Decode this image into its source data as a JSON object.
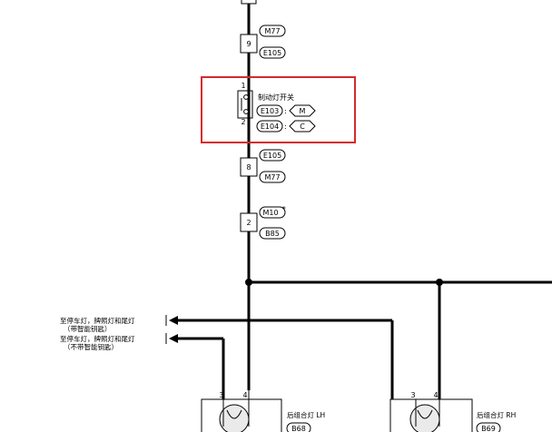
{
  "connectors": {
    "top_box": {
      "pin": "9",
      "upper": "M77",
      "lower": "E105"
    },
    "switch": {
      "title": "制动灯开关",
      "pin_top": "1",
      "pin_bottom": "2",
      "c1_code": "E103",
      "c1_tag": "M",
      "c2_code": "E104",
      "c2_tag": "C",
      "sep": ":"
    },
    "mid_box": {
      "pin": "8",
      "upper": "E105",
      "lower": "M77"
    },
    "low_box": {
      "pin": "2",
      "upper": "M10",
      "upper_mark": "*",
      "lower": "B85"
    }
  },
  "arrows": {
    "a1_line1": "至停车灯，牌照灯和尾灯",
    "a1_line2": "（带智能钥匙）",
    "a2_line1": "至停车灯，牌照灯和尾灯",
    "a2_line2": "（不带智能钥匙）"
  },
  "lamps": {
    "left": {
      "title": "后组合灯 LH",
      "code": "B68",
      "pin_a": "3",
      "pin_b": "4"
    },
    "right": {
      "title": "后组合灯 RH",
      "code": "B69",
      "pin_a": "3",
      "pin_b": "4"
    }
  },
  "colors": {
    "wire": "#000000",
    "highlight": "#d42b2b"
  }
}
